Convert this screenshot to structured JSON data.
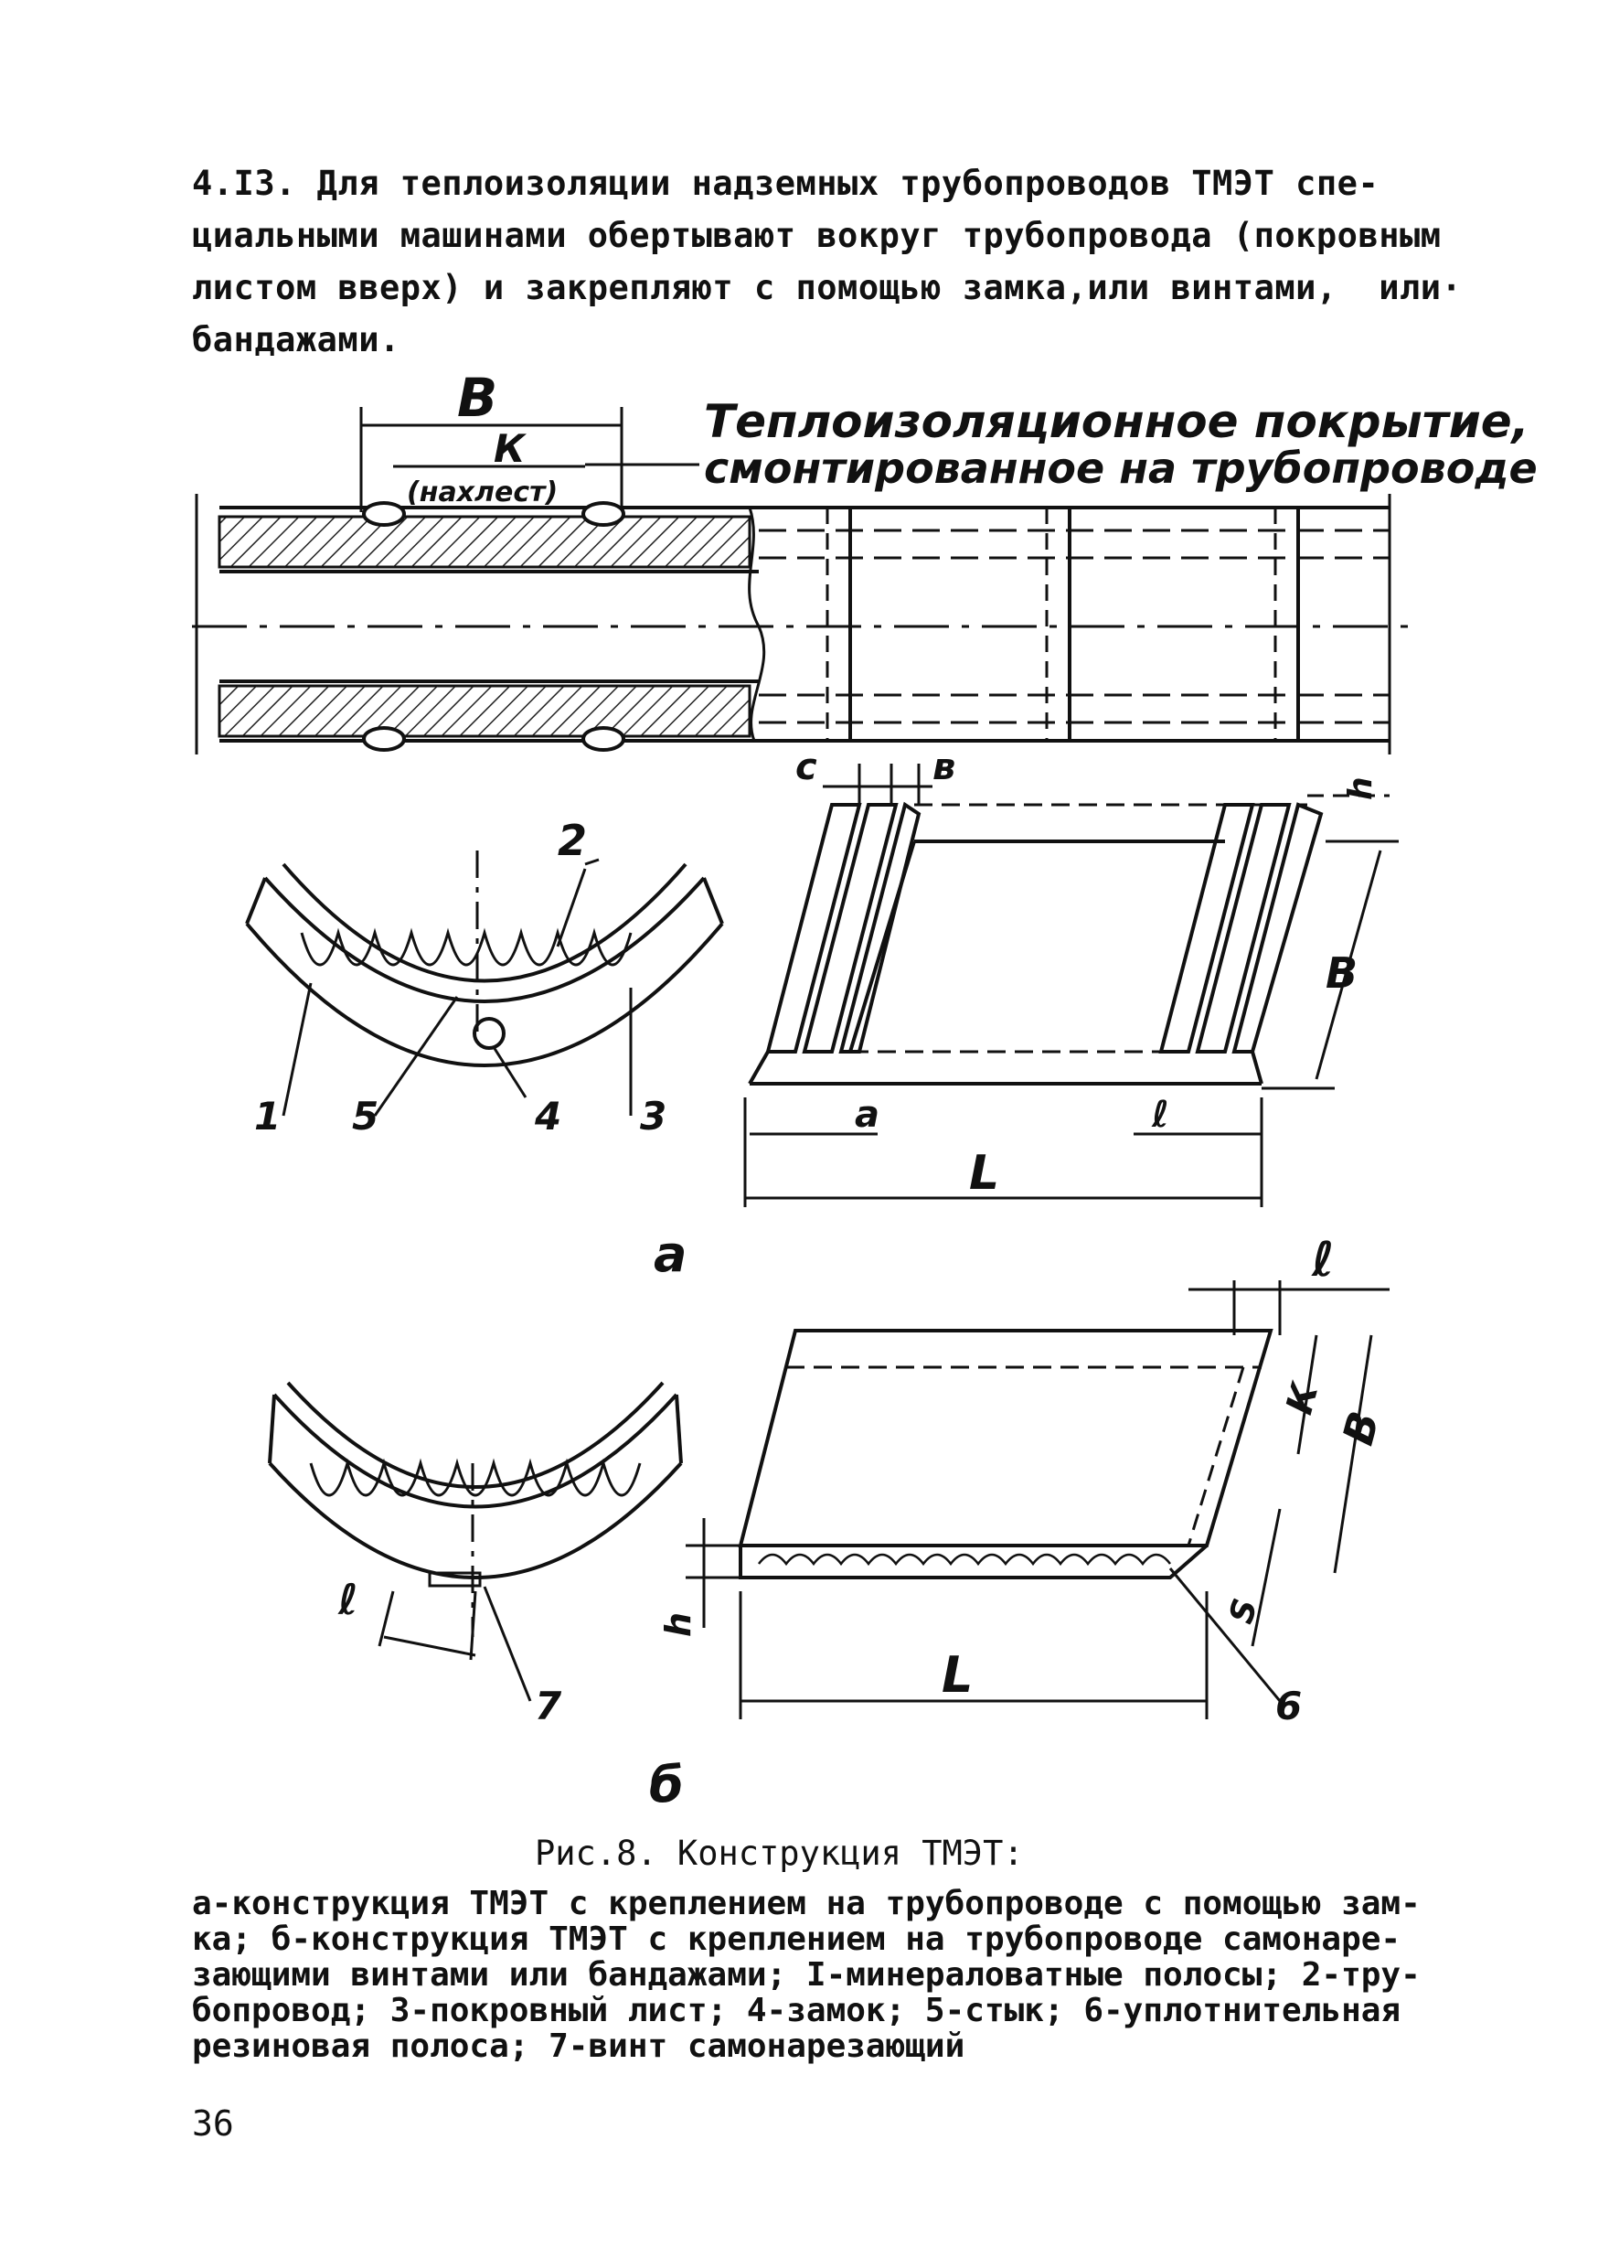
{
  "paragraph": {
    "lines": [
      "4.I3. Для теплоизоляции надземных трубопроводов ТМЭТ спе-",
      "циальными машинами обертывают вокруг трубопровода (покровным",
      "листом вверх) и закрепляют с помощью замка,или винтами,  или·",
      "бандажами."
    ]
  },
  "figure": {
    "top_note": {
      "line1": "Теплоизоляционное покрытие,",
      "line2": "смонтированное на трубопроводе"
    },
    "dim_B": "В",
    "dim_K": "К",
    "dim_overlap": "(нахлест)",
    "labels": {
      "l1": "1",
      "l2": "2",
      "l3": "3",
      "l4": "4",
      "l5": "5",
      "l6": "6",
      "l7": "7",
      "c": "с",
      "b_small": "в",
      "h": "h",
      "h2": "h",
      "B_a": "В",
      "B_b": "В",
      "a": "а",
      "l_a": "ℓ",
      "L_a": "L",
      "L_b": "L",
      "l_b": "ℓ",
      "l_c": "ℓ",
      "k_b": "К",
      "s": "S",
      "sub_a": "а",
      "sub_b": "б"
    }
  },
  "caption": {
    "title": "Рис.8. Конструкция ТМЭТ:",
    "lines": [
      "а-конструкция ТМЭТ с креплением на трубопроводе с помощью зам-",
      "ка; б-конструкция ТМЭТ с креплением на трубопроводе самонаре-",
      "зающими винтами или бандажами; I-минераловатные полосы; 2-тру-",
      "бопровод; 3-покровный лист; 4-замок; 5-стык; 6-уплотнительная",
      "резиновая полоса; 7-винт самонарезающий"
    ]
  },
  "page_number": "36"
}
